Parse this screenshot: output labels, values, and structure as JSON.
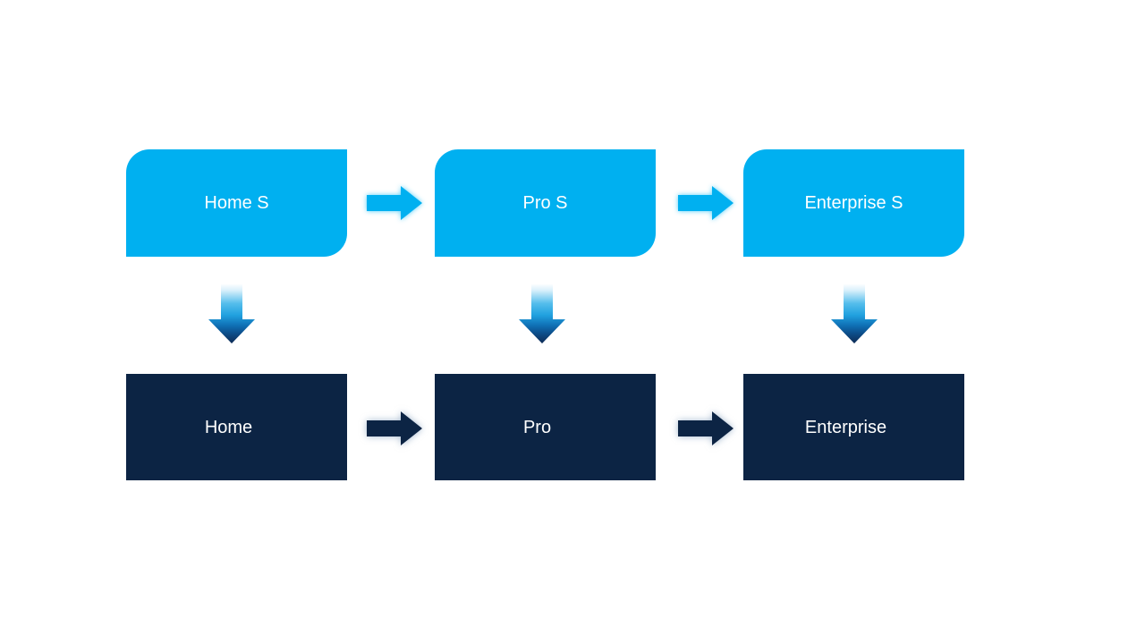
{
  "diagram": {
    "type": "flow",
    "colors": {
      "top_row_fill": "#00B0F0",
      "bottom_row_fill": "#0C2444",
      "text": "#FFFFFF",
      "down_arrow_gradient_top": "#FBFDFF",
      "down_arrow_gradient_mid": "#21A1DF",
      "down_arrow_gradient_bottom": "#0E2B55",
      "background": "#FFFFFF"
    },
    "top_row": [
      {
        "label": "Home S"
      },
      {
        "label": "Pro S"
      },
      {
        "label": "Enterprise S"
      }
    ],
    "bottom_row": [
      {
        "label": "Home"
      },
      {
        "label": "Pro"
      },
      {
        "label": "Enterprise"
      }
    ],
    "connectors": {
      "top_row_right_arrows": 2,
      "bottom_row_right_arrows": 2,
      "down_arrows": 3
    },
    "icons": {
      "right_arrow": "right-arrow-icon",
      "down_arrow": "down-arrow-icon"
    }
  }
}
